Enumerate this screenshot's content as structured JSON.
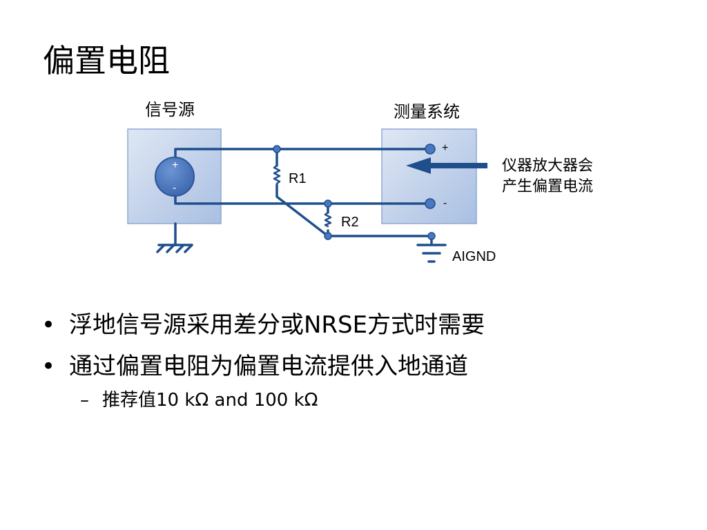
{
  "slide": {
    "title": "偏置电阻"
  },
  "diagram": {
    "source_label": "信号源",
    "measure_label": "测量系统",
    "amp_note_line1": "仪器放大器会",
    "amp_note_line2": "产生偏置电流",
    "r1_label": "R1",
    "r2_label": "R2",
    "aignd_label": "AIGND",
    "source_plus": "+",
    "source_minus": "-",
    "input_plus": "+",
    "input_minus": "-",
    "colors": {
      "wire": "#1f4e8c",
      "box_fill": "#c9d7ec",
      "box_edge": "#8fa9d1",
      "source_fill": "#4a78c0"
    }
  },
  "bullets": [
    {
      "text": "浮地信号源采用差分或NRSE方式时需要"
    },
    {
      "text": "通过偏置电阻为偏置电流提供入地通道"
    }
  ],
  "sub_bullet": {
    "dash": "–",
    "text": "推荐值10 kΩ and 100 kΩ"
  },
  "bullet_symbol": "•"
}
